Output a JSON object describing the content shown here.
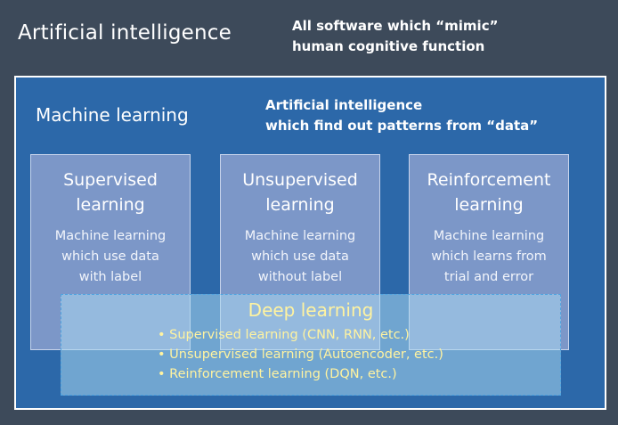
{
  "ai": {
    "title": "Artificial intelligence",
    "description": "All software which “mimic”\nhuman cognitive function"
  },
  "ml": {
    "title": "Machine learning",
    "description": "Artificial intelligence\nwhich find out patterns from “data”"
  },
  "cards": [
    {
      "title": "Supervised\nlearning",
      "description": "Machine learning\nwhich use data\nwith label"
    },
    {
      "title": "Unsupervised\nlearning",
      "description": "Machine learning\nwhich use data\nwithout label"
    },
    {
      "title": "Reinforcement\nlearning",
      "description": "Machine learning\nwhich learns from\ntrial and error"
    }
  ],
  "dl": {
    "title": "Deep learning",
    "items": [
      "• Supervised learning (CNN, RNN, etc.)",
      "• Unsupervised learning (Autoencoder, etc.)",
      "• Reinforcement learning (DQN, etc.)"
    ]
  },
  "colors": {
    "background": "#3d4a5a",
    "ml_box": "#2c68a9",
    "card": "#7c97c8",
    "deep_learning_text": "#fff3a0"
  }
}
